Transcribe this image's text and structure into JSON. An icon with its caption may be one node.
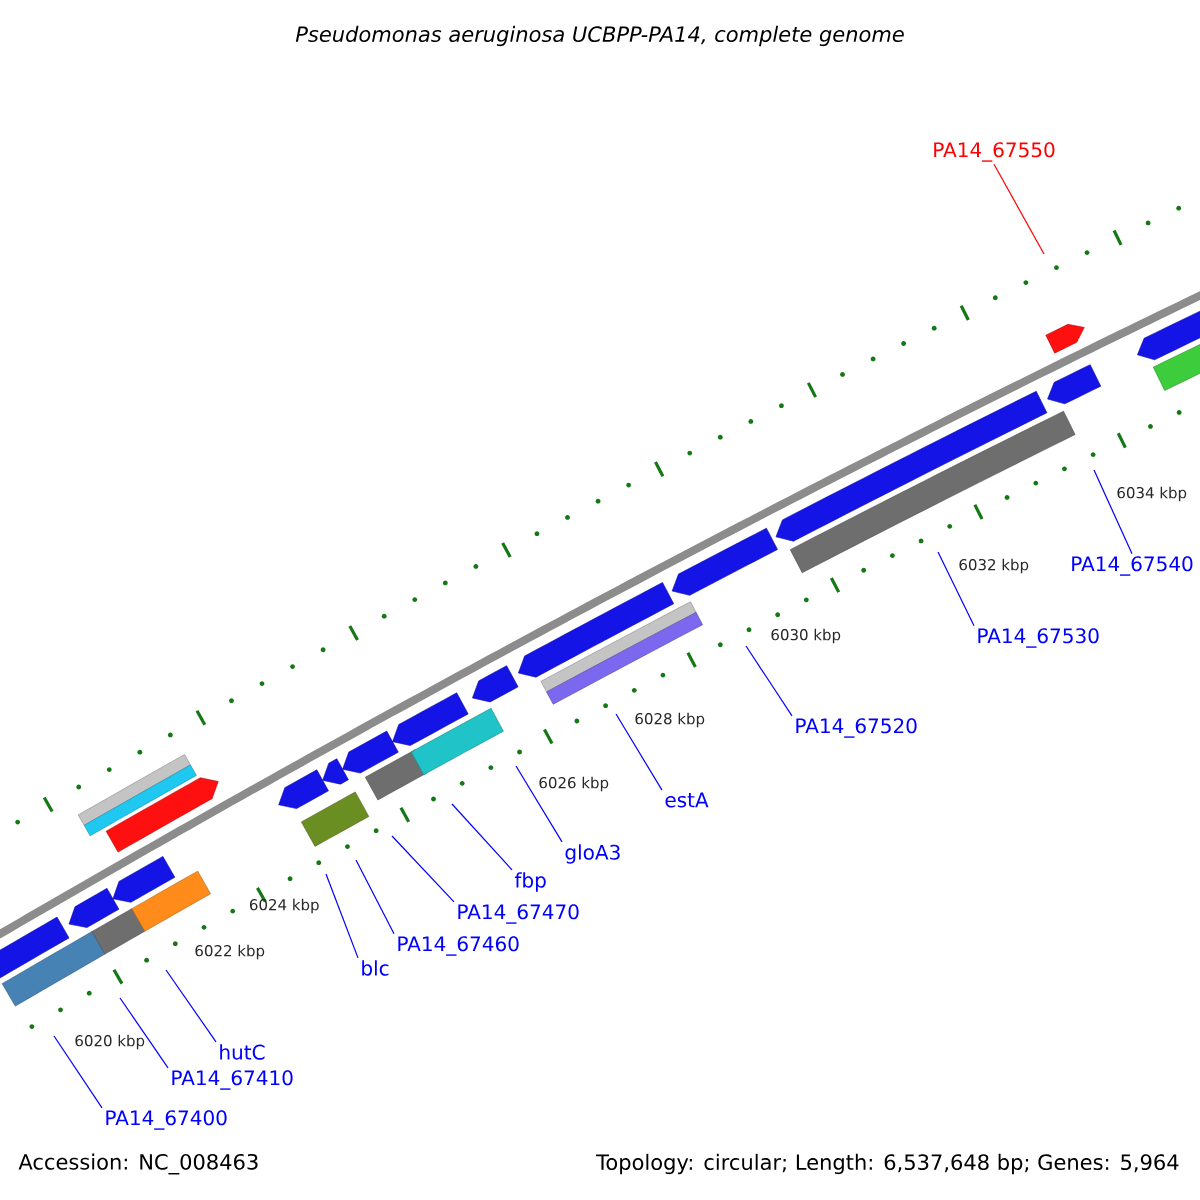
{
  "diagram": {
    "title": "Pseudomonas aeruginosa UCBPP-PA14, complete genome",
    "nodes": [
      {
        "text": [
          "PA14_67550"
        ]
      },
      {
        "text": [
          "PA14_67540"
        ]
      },
      {
        "text": [
          "PA14_67530"
        ]
      },
      {
        "text": [
          "PA14_67520"
        ]
      },
      {
        "text": [
          "estA"
        ]
      },
      {
        "text": [
          "gloA3"
        ]
      },
      {
        "text": [
          "fbp"
        ]
      },
      {
        "text": [
          "PA14_67470"
        ]
      },
      {
        "text": [
          "PA14_67460"
        ]
      },
      {
        "text": [
          "blc"
        ]
      },
      {
        "text": [
          "hutC"
        ]
      },
      {
        "text": [
          "PA14_67410"
        ]
      },
      {
        "text": [
          "PA14_67400"
        ]
      }
    ],
    "edges": [
      {
        "from": 0,
        "to": null,
        "arrow": "none",
        "color": "#ff0000"
      },
      {
        "from": 1,
        "to": null,
        "arrow": "none"
      },
      {
        "from": 2,
        "to": null,
        "arrow": "none"
      },
      {
        "from": 3,
        "to": null,
        "arrow": "none"
      },
      {
        "from": 4,
        "to": null,
        "arrow": "none"
      },
      {
        "from": 5,
        "to": null,
        "arrow": "none"
      },
      {
        "from": 6,
        "to": null,
        "arrow": "none"
      },
      {
        "from": 7,
        "to": null,
        "arrow": "none"
      },
      {
        "from": 8,
        "to": null,
        "arrow": "none"
      },
      {
        "from": 9,
        "to": null,
        "arrow": "none"
      },
      {
        "from": 10,
        "to": null,
        "arrow": "none"
      },
      {
        "from": 11,
        "to": null,
        "arrow": "none"
      },
      {
        "from": 12,
        "to": null,
        "arrow": "none"
      }
    ],
    "labels": [
      "6034 kbp",
      "6032 kbp",
      "6030 kbp",
      "6028 kbp",
      "6026 kbp",
      "6024 kbp",
      "6022 kbp",
      "6020 kbp",
      "Accession: NC_008463",
      "Topology: circular; Length: 6,537,648 bp; Genes: 5,964"
    ]
  }
}
